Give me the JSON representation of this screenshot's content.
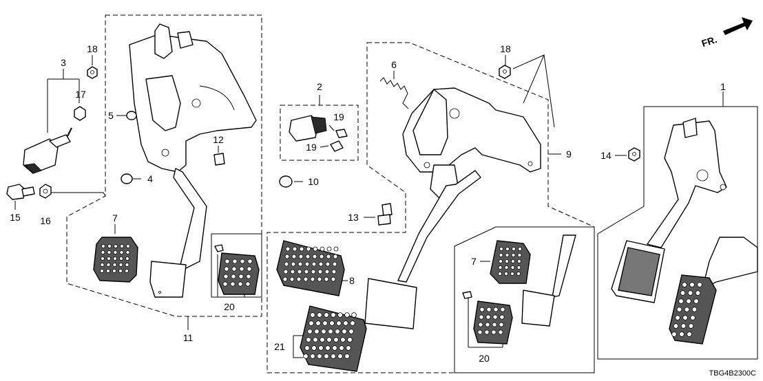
{
  "diagram_code": "TBG4B2300C",
  "front_indicator": "FR.",
  "callouts": [
    {
      "id": "c1",
      "text": "1"
    },
    {
      "id": "c2",
      "text": "2"
    },
    {
      "id": "c3",
      "text": "3"
    },
    {
      "id": "c4",
      "text": "4"
    },
    {
      "id": "c5",
      "text": "5"
    },
    {
      "id": "c6",
      "text": "6"
    },
    {
      "id": "c7a",
      "text": "7"
    },
    {
      "id": "c7b",
      "text": "7"
    },
    {
      "id": "c8",
      "text": "8"
    },
    {
      "id": "c9",
      "text": "9"
    },
    {
      "id": "c10",
      "text": "10"
    },
    {
      "id": "c11",
      "text": "11"
    },
    {
      "id": "c12",
      "text": "12"
    },
    {
      "id": "c13",
      "text": "13"
    },
    {
      "id": "c14",
      "text": "14"
    },
    {
      "id": "c15",
      "text": "15"
    },
    {
      "id": "c16",
      "text": "16"
    },
    {
      "id": "c17",
      "text": "17"
    },
    {
      "id": "c18a",
      "text": "18"
    },
    {
      "id": "c18b",
      "text": "18"
    },
    {
      "id": "c19a",
      "text": "19"
    },
    {
      "id": "c19b",
      "text": "19"
    },
    {
      "id": "c20a",
      "text": "20"
    },
    {
      "id": "c20b",
      "text": "20"
    },
    {
      "id": "c21",
      "text": "21"
    }
  ]
}
